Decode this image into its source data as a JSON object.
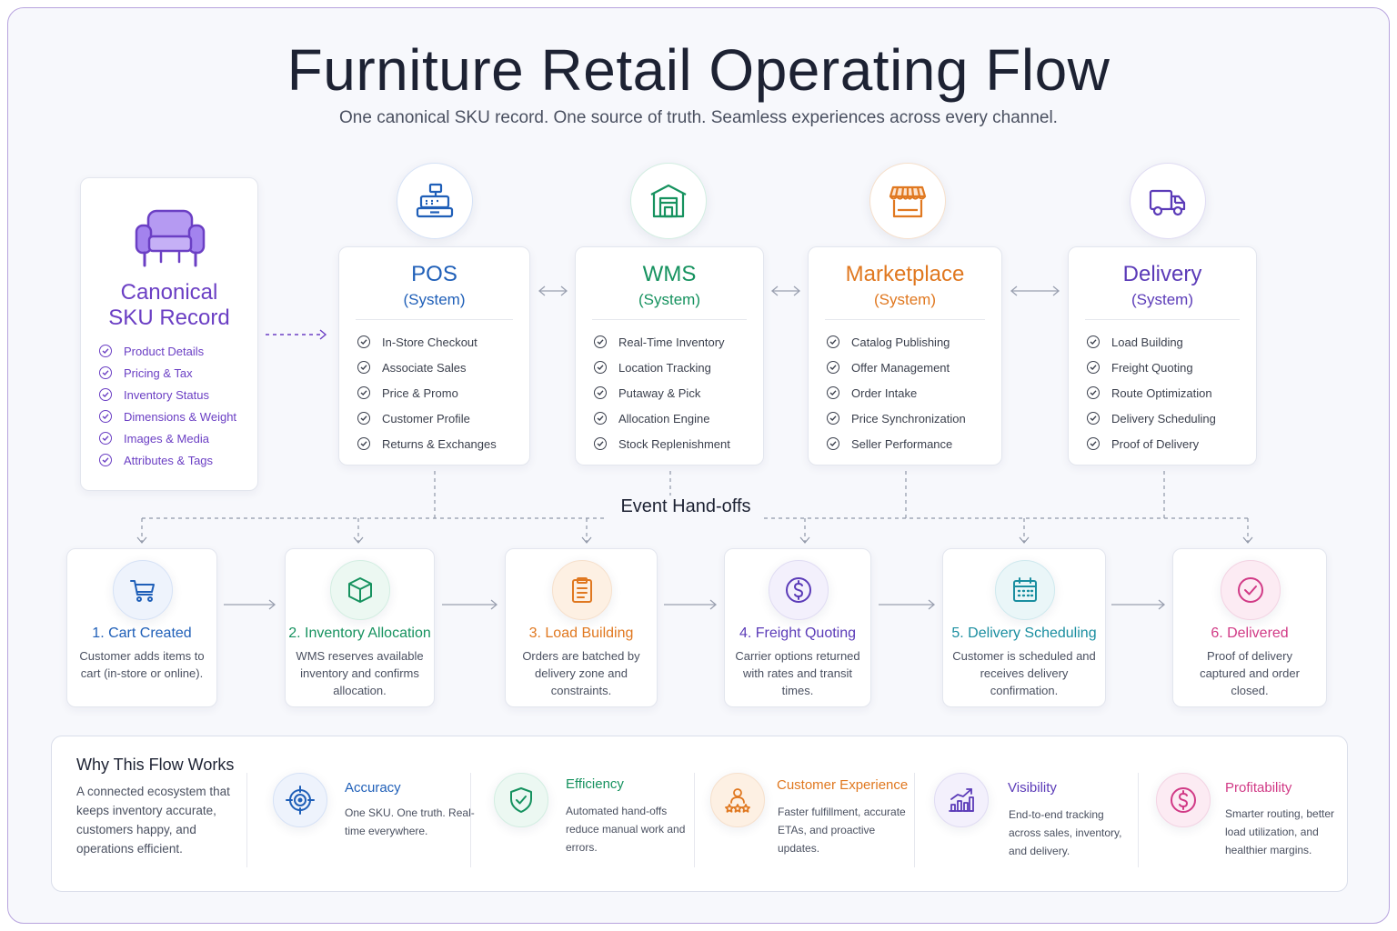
{
  "title": "Furniture Retail Operating Flow",
  "subtitle": "One canonical SKU record. One source of truth. Seamless experiences across every channel.",
  "colors": {
    "purple": "#6b3fc4",
    "blue": "#1f5fb8",
    "green": "#16925f",
    "orange": "#e07820",
    "violet": "#5b3bb8",
    "pink": "#d13a86",
    "teal": "#1a8ea0"
  },
  "sku": {
    "icon": "armchair-icon",
    "title": "Canonical SKU Record",
    "features": [
      "Product Details",
      "Pricing & Tax",
      "Inventory Status",
      "Dimensions & Weight",
      "Images & Media",
      "Attributes & Tags"
    ]
  },
  "systems": [
    {
      "icon": "cash-register-icon",
      "name": "POS",
      "sub": "(System)",
      "features": [
        "In-Store Checkout",
        "Associate Sales",
        "Price & Promo",
        "Customer Profile",
        "Returns & Exchanges"
      ]
    },
    {
      "icon": "warehouse-icon",
      "name": "WMS",
      "sub": "(System)",
      "features": [
        "Real-Time Inventory",
        "Location Tracking",
        "Putaway & Pick",
        "Allocation Engine",
        "Stock Replenishment"
      ]
    },
    {
      "icon": "storefront-icon",
      "name": "Marketplace",
      "sub": "(System)",
      "features": [
        "Catalog Publishing",
        "Offer Management",
        "Order Intake",
        "Price Synchronization",
        "Seller Performance"
      ]
    },
    {
      "icon": "delivery-truck-icon",
      "name": "Delivery",
      "sub": "(System)",
      "features": [
        "Load Building",
        "Freight Quoting",
        "Route Optimization",
        "Delivery Scheduling",
        "Proof of Delivery"
      ]
    }
  ],
  "handoff_label": "Event Hand-offs",
  "steps": [
    {
      "icon": "cart-icon",
      "title": "1. Cart Created",
      "desc": "Customer adds items to cart (in-store or online)."
    },
    {
      "icon": "box-icon",
      "title": "2. Inventory Allocation",
      "desc": "WMS reserves available inventory and confirms allocation."
    },
    {
      "icon": "clipboard-icon",
      "title": "3. Load Building",
      "desc": "Orders are batched by delivery zone and constraints."
    },
    {
      "icon": "dollar-icon",
      "title": "4. Freight Quoting",
      "desc": "Carrier options returned with rates and transit times."
    },
    {
      "icon": "calendar-icon",
      "title": "5. Delivery Scheduling",
      "desc": "Customer is scheduled and receives delivery confirmation."
    },
    {
      "icon": "check-circle-icon",
      "title": "6. Delivered",
      "desc": "Proof of delivery captured and order closed."
    }
  ],
  "why": {
    "title": "Why This Flow Works",
    "desc": "A connected ecosystem that keeps inventory accurate, customers happy, and operations efficient.",
    "items": [
      {
        "icon": "target-icon",
        "name": "Accuracy",
        "text": "One SKU. One truth. Real-time everywhere."
      },
      {
        "icon": "shield-check-icon",
        "name": "Efficiency",
        "text": "Automated hand-offs reduce manual work and errors."
      },
      {
        "icon": "customer-stars-icon",
        "name": "Customer Experience",
        "text": "Faster fulfillment, accurate ETAs, and proactive updates."
      },
      {
        "icon": "bar-chart-icon",
        "name": "Visibility",
        "text": "End-to-end tracking across sales, inventory, and delivery."
      },
      {
        "icon": "dollar-circle-icon",
        "name": "Profitability",
        "text": "Smarter routing, better load utilization, and healthier margins."
      }
    ]
  }
}
